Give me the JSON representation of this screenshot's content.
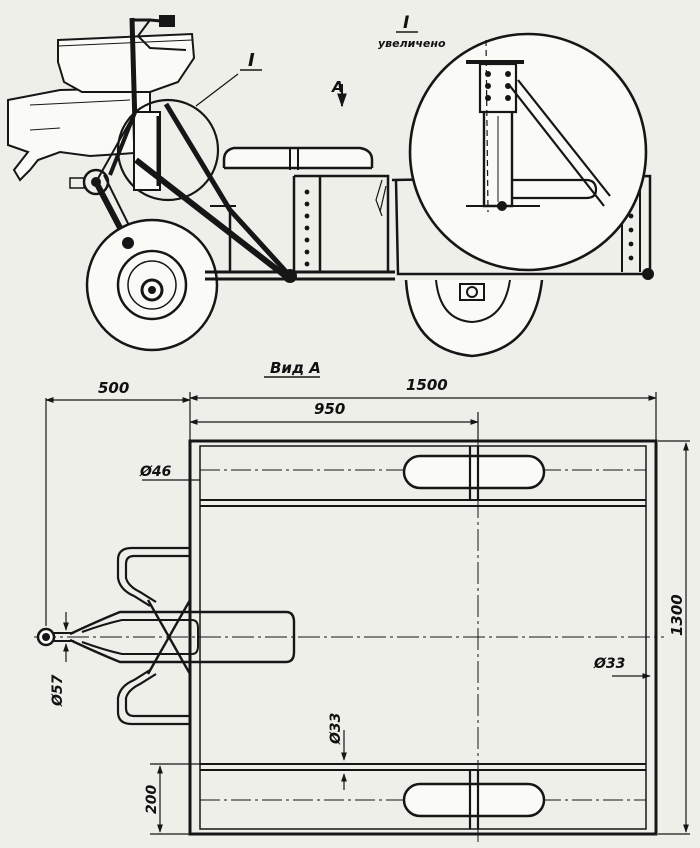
{
  "colors": {
    "ink": "#161616",
    "paper": "#efefea"
  },
  "side_view": {
    "detail_marker": "I",
    "view_direction_label": "A",
    "detail": {
      "marker": "I",
      "caption": "увеличено"
    }
  },
  "plan_view": {
    "title": "Вид А",
    "dimensions": {
      "overhang": "500",
      "overall_length": "1500",
      "axle_position": "950",
      "tube_frame": "Ø46",
      "tube_side": "Ø33",
      "tube_cross": "Ø33",
      "hitch_pin": "Ø57",
      "strip_width": "200",
      "overall_width": "1300"
    }
  }
}
